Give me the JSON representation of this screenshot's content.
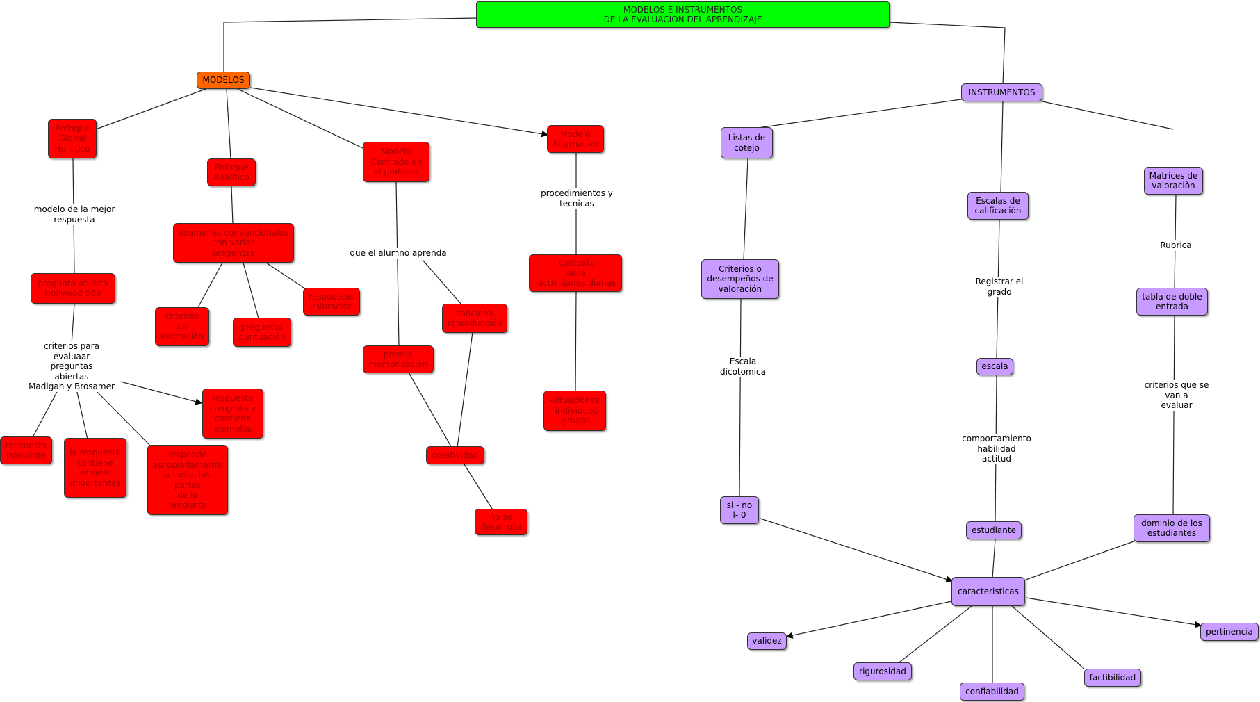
{
  "title": "MODELOS E INSTRUMENTOS\nDE LA EVALUACION  DEL APRENDIZAJE",
  "nodes": {
    "modelos": "MODELOS",
    "instrumentos": "INSTRUMENTOS",
    "enfoque_global": "Enfoque\nGlobal\nHolistico",
    "enfoque_analitico": "Enfoque\nAnalitico",
    "modelo_centrado": "Modelo\nCentrado en\nel profesor",
    "modelo_alternativo": "Modelo\nAlternativo",
    "pregunta_abierta": "pregunta abierta\nHollywod 989",
    "examenes": "examenes convencionales\ncon varias\npreguntas",
    "criterios_valoracion": "criterios\nde\nvaloración",
    "preguntas_puntuacion": "preguntas\npuntuación",
    "respuestas_valoracion": "respuestas\nvaloración",
    "sanciona": "sanciona\nreproducción",
    "premia": "premia\nmemorización",
    "creatividad": "creatividad",
    "no_desarrolla": "no se\ndesarrolla",
    "contexto": "-contexto\n-aula\n-actividades diarias",
    "situaciones": "-situaciones\n-individuos\n-grupos",
    "respuesta_relevante": "respuesta\nrelevante",
    "respuesta_errores": "la respuesta\ncontiene\nerrores\nimportantes",
    "responde": "responde\napropiadamente\na todas las\npartes\nde la\npregunta",
    "respuesta_completa": "respuesta\ncompleta y\ncontiene\nejemplos",
    "listas_cotejo": "Listas de\ncotejo",
    "escalas": "Escalas de\ncalificaciòn",
    "matrices": "Matrices de\nvaloraciòn",
    "criterios_desempenos": "Criterios o\ndesempeños de\nvaloración",
    "escala": "escala",
    "tabla_doble": "tabla de doble\nentrada",
    "si_no": "si - no\nl- 0",
    "estudiante": "estudiante",
    "dominio": "dominio de los\nestudiantes",
    "caracteristicas": "caracteristicas",
    "validez": "validez",
    "rigurosidad": "rigurosidad",
    "confiabilidad": "confiabilidad",
    "factibilidad": "factibilidad",
    "pertinencia": "pertinencia"
  },
  "links": {
    "modelo_mejor": "modelo de la mejor\nrespuesta",
    "criterios_evaluar": "criterios para\nevaluaar\npreguntas\nabiertas\nMadigan y Brosamer",
    "que_alumno": "que el alumno aprenda",
    "procedimientos": "procedimientos y\ntecnicas",
    "escala_dicotomica": "Escala\ndicotomica",
    "registrar": "Registrar el\ngrado",
    "comportamiento": "comportamiento\nhabilidad\nactitud",
    "rubrica": "Rubrica",
    "criterios_evaluar2": "criterios que se\nvan a\nevaluar"
  },
  "colors": {
    "title_fill": "#00ff00",
    "modelos_fill": "#ff6600",
    "red_fill": "#ff0000",
    "purple_fill": "#c79bff"
  }
}
